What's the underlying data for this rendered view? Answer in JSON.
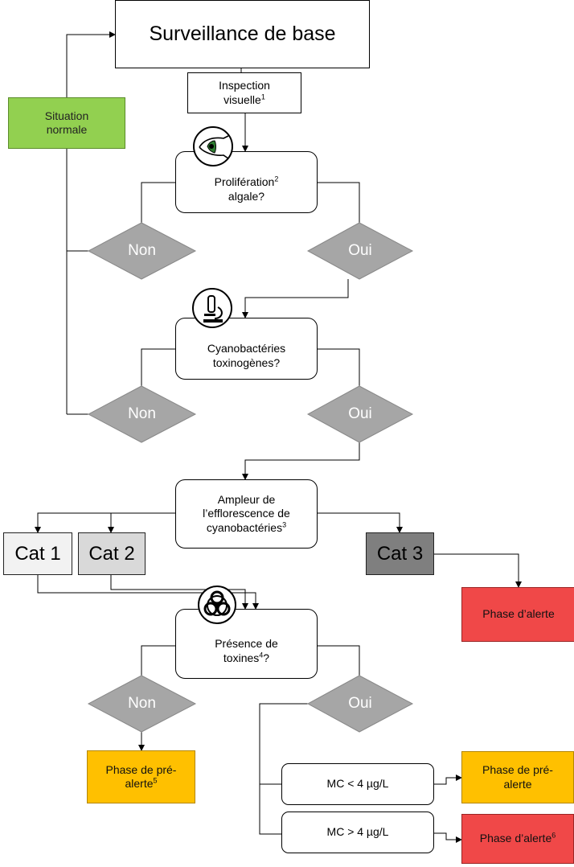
{
  "nodes": {
    "surveillance": "Surveillance de base",
    "inspection": "Inspection visuelle",
    "inspection_ref": "1",
    "situation": "Situation normale",
    "proliferation": "Prolifération",
    "proliferation_ref": "2",
    "proliferation_tail": "algale?",
    "cyano_q": "Cyanobactéries toxinogènes?",
    "ampleur": "Ampleur de l’efflorescence de cyanobactéries",
    "ampleur_ref": "3",
    "cat1": "Cat 1",
    "cat2": "Cat 2",
    "cat3": "Cat 3",
    "phase_alerte_cat3": "Phase d’alerte",
    "presence": "Présence de toxines",
    "presence_ref": "4",
    "presence_tail": "?",
    "prealerte_left": "Phase de pré-alerte",
    "prealerte_left_ref": "5",
    "mc_low": "MC < 4 µg/L",
    "mc_high": "MC > 4 µg/L",
    "prealerte_right": "Phase de pré-alerte",
    "phase_alerte_final": "Phase d’alerte",
    "phase_alerte_final_ref": "6"
  },
  "decisions": {
    "non_1": "Non",
    "oui_1": "Oui",
    "non_2": "Non",
    "oui_2": "Oui",
    "non_3": "Non",
    "oui_3": "Oui"
  },
  "colors": {
    "situation_normale": "#92d050",
    "phase_alerte": "#f04848",
    "phase_prealerte": "#ffc000",
    "decision_diamond": "#a6a6a6",
    "cat1": "#f2f2f2",
    "cat2": "#d9d9d9",
    "cat3": "#7f7f7f"
  },
  "icons": [
    "eye-icon",
    "microscope-icon",
    "biohazard-icon"
  ]
}
